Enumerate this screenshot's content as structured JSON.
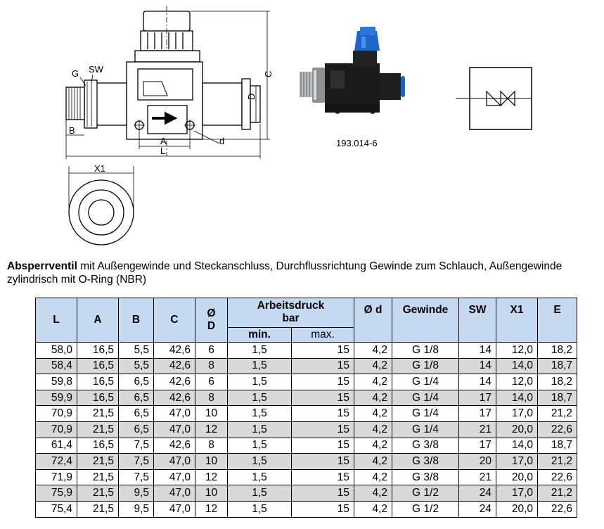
{
  "drawing": {
    "labels": {
      "g": "G",
      "sw": "SW",
      "c": "C",
      "d_upper": "D",
      "b": "B",
      "a": "A",
      "l": "L",
      "d_lower": "d",
      "x1": "X1"
    }
  },
  "photo": {
    "caption": "193.014-6",
    "cap_color": "#1b66c9"
  },
  "description": {
    "bold": "Absperrventil",
    "text": " mit Außengewinde und Steckanschluss, Durchflussrichtung Gewinde zum Schlauch, Außengewinde zylindrisch mit O-Ring (NBR)"
  },
  "table": {
    "headers": {
      "l": "L",
      "a": "A",
      "b": "B",
      "c": "C",
      "d_top": "Ø",
      "d_bottom": "D",
      "pressure_line1": "Arbeitsdruck",
      "pressure_line2": "bar",
      "min": "min.",
      "max": "max.",
      "small_d": "Ø d",
      "thread": "Gewinde",
      "sw": "SW",
      "x1": "X1",
      "e": "E"
    },
    "rows": [
      [
        "58,0",
        "16,5",
        "5,5",
        "42,6",
        "6",
        "1,5",
        "15",
        "4,2",
        "G 1/8",
        "14",
        "12,0",
        "18,2"
      ],
      [
        "58,4",
        "16,5",
        "5,5",
        "42,6",
        "8",
        "1,5",
        "15",
        "4,2",
        "G 1/8",
        "14",
        "14,0",
        "18,7"
      ],
      [
        "59,8",
        "16,5",
        "6,5",
        "42,6",
        "6",
        "1,5",
        "15",
        "4,2",
        "G 1/4",
        "14",
        "12,0",
        "18,2"
      ],
      [
        "59,9",
        "16,5",
        "6,5",
        "42,6",
        "8",
        "1,5",
        "15",
        "4,2",
        "G 1/4",
        "17",
        "14,0",
        "18,7"
      ],
      [
        "70,9",
        "21,5",
        "6,5",
        "47,0",
        "10",
        "1,5",
        "15",
        "4,2",
        "G 1/4",
        "17",
        "17,0",
        "21,2"
      ],
      [
        "70,9",
        "21,5",
        "6,5",
        "47,0",
        "12",
        "1,5",
        "15",
        "4,2",
        "G 1/4",
        "21",
        "20,0",
        "22,6"
      ],
      [
        "61,4",
        "16,5",
        "7,5",
        "42,6",
        "8",
        "1,5",
        "15",
        "4,2",
        "G 3/8",
        "17",
        "14,0",
        "18,7"
      ],
      [
        "72,4",
        "21,5",
        "7,5",
        "47,0",
        "10",
        "1,5",
        "15",
        "4,2",
        "G 3/8",
        "20",
        "17,0",
        "21,2"
      ],
      [
        "71,9",
        "21,5",
        "7,5",
        "47,0",
        "12",
        "1,5",
        "15",
        "4,2",
        "G 3/8",
        "21",
        "20,0",
        "22,6"
      ],
      [
        "75,9",
        "21,5",
        "9,5",
        "47,0",
        "10",
        "1,5",
        "15",
        "4,2",
        "G 1/2",
        "24",
        "17,0",
        "21,2"
      ],
      [
        "75,4",
        "21,5",
        "9,5",
        "47,0",
        "12",
        "1,5",
        "15",
        "4,2",
        "G 1/2",
        "24",
        "20,0",
        "22,6"
      ]
    ]
  }
}
